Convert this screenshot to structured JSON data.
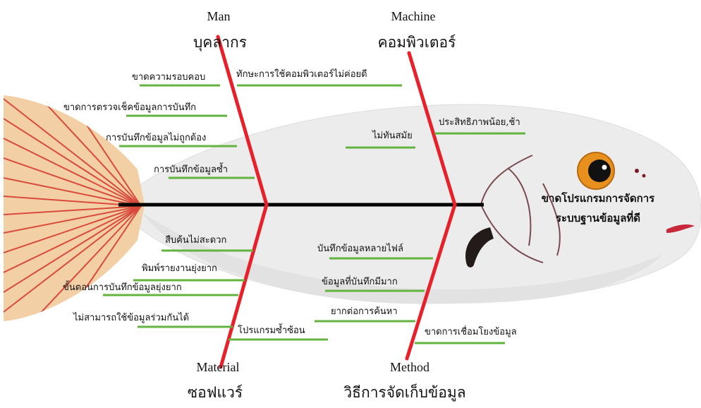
{
  "effect": {
    "line1": "ขาดโปรแกรมการจัดการ",
    "line2": "ระบบฐานข้อมูลที่ดี"
  },
  "categories": {
    "man": {
      "en": "Man",
      "th": "บุคลากร"
    },
    "machine": {
      "en": "Machine",
      "th": "คอมพิวเตอร์"
    },
    "material": {
      "en": "Material",
      "th": "ซอฟแวร์"
    },
    "method": {
      "en": "Method",
      "th": "วิธีการจัดเก็บข้อมูล"
    }
  },
  "causes": {
    "man": [
      "ขาดความรอบคอบ",
      "ทักษะการใช้คอมพิวเตอร์ไม่ค่อยดี",
      "ขาดการตรวจเช็คข้อมูลการบันทึก",
      "การบันทึกข้อมูลไม่ถูกต้อง",
      "การบันทึกข้อมูลซ้ำ"
    ],
    "machine": [
      "ประสิทธิภาพน้อย,ช้า",
      "ไม่ทันสมัย"
    ],
    "material": [
      "สืบค้นไม่สะดวก",
      "พิมพ์รายงานยุ่งยาก",
      "ขั้นตอนการบันทึกข้อมูลยุ่งยาก",
      "ไม่สามารถใช้ข้อมูลร่วมกันได้",
      "โปรแกรมซ้ำซ้อน"
    ],
    "method": [
      "บันทึกข้อมูลหลายไฟล์",
      "ข้อมูลที่บันทึกมีมาก",
      "ยากต่อการค้นหา",
      "ขาดการเชื่อมโยงข้อมูล"
    ]
  },
  "colors": {
    "spine": "#000000",
    "bone": "#e8202a",
    "cause_underline": "#62b43f",
    "fish_body": "#ececec",
    "fin_stripe": "#d94a3c",
    "fin_fill": "#f3cfa5",
    "eye_iris": "#e8901e"
  }
}
